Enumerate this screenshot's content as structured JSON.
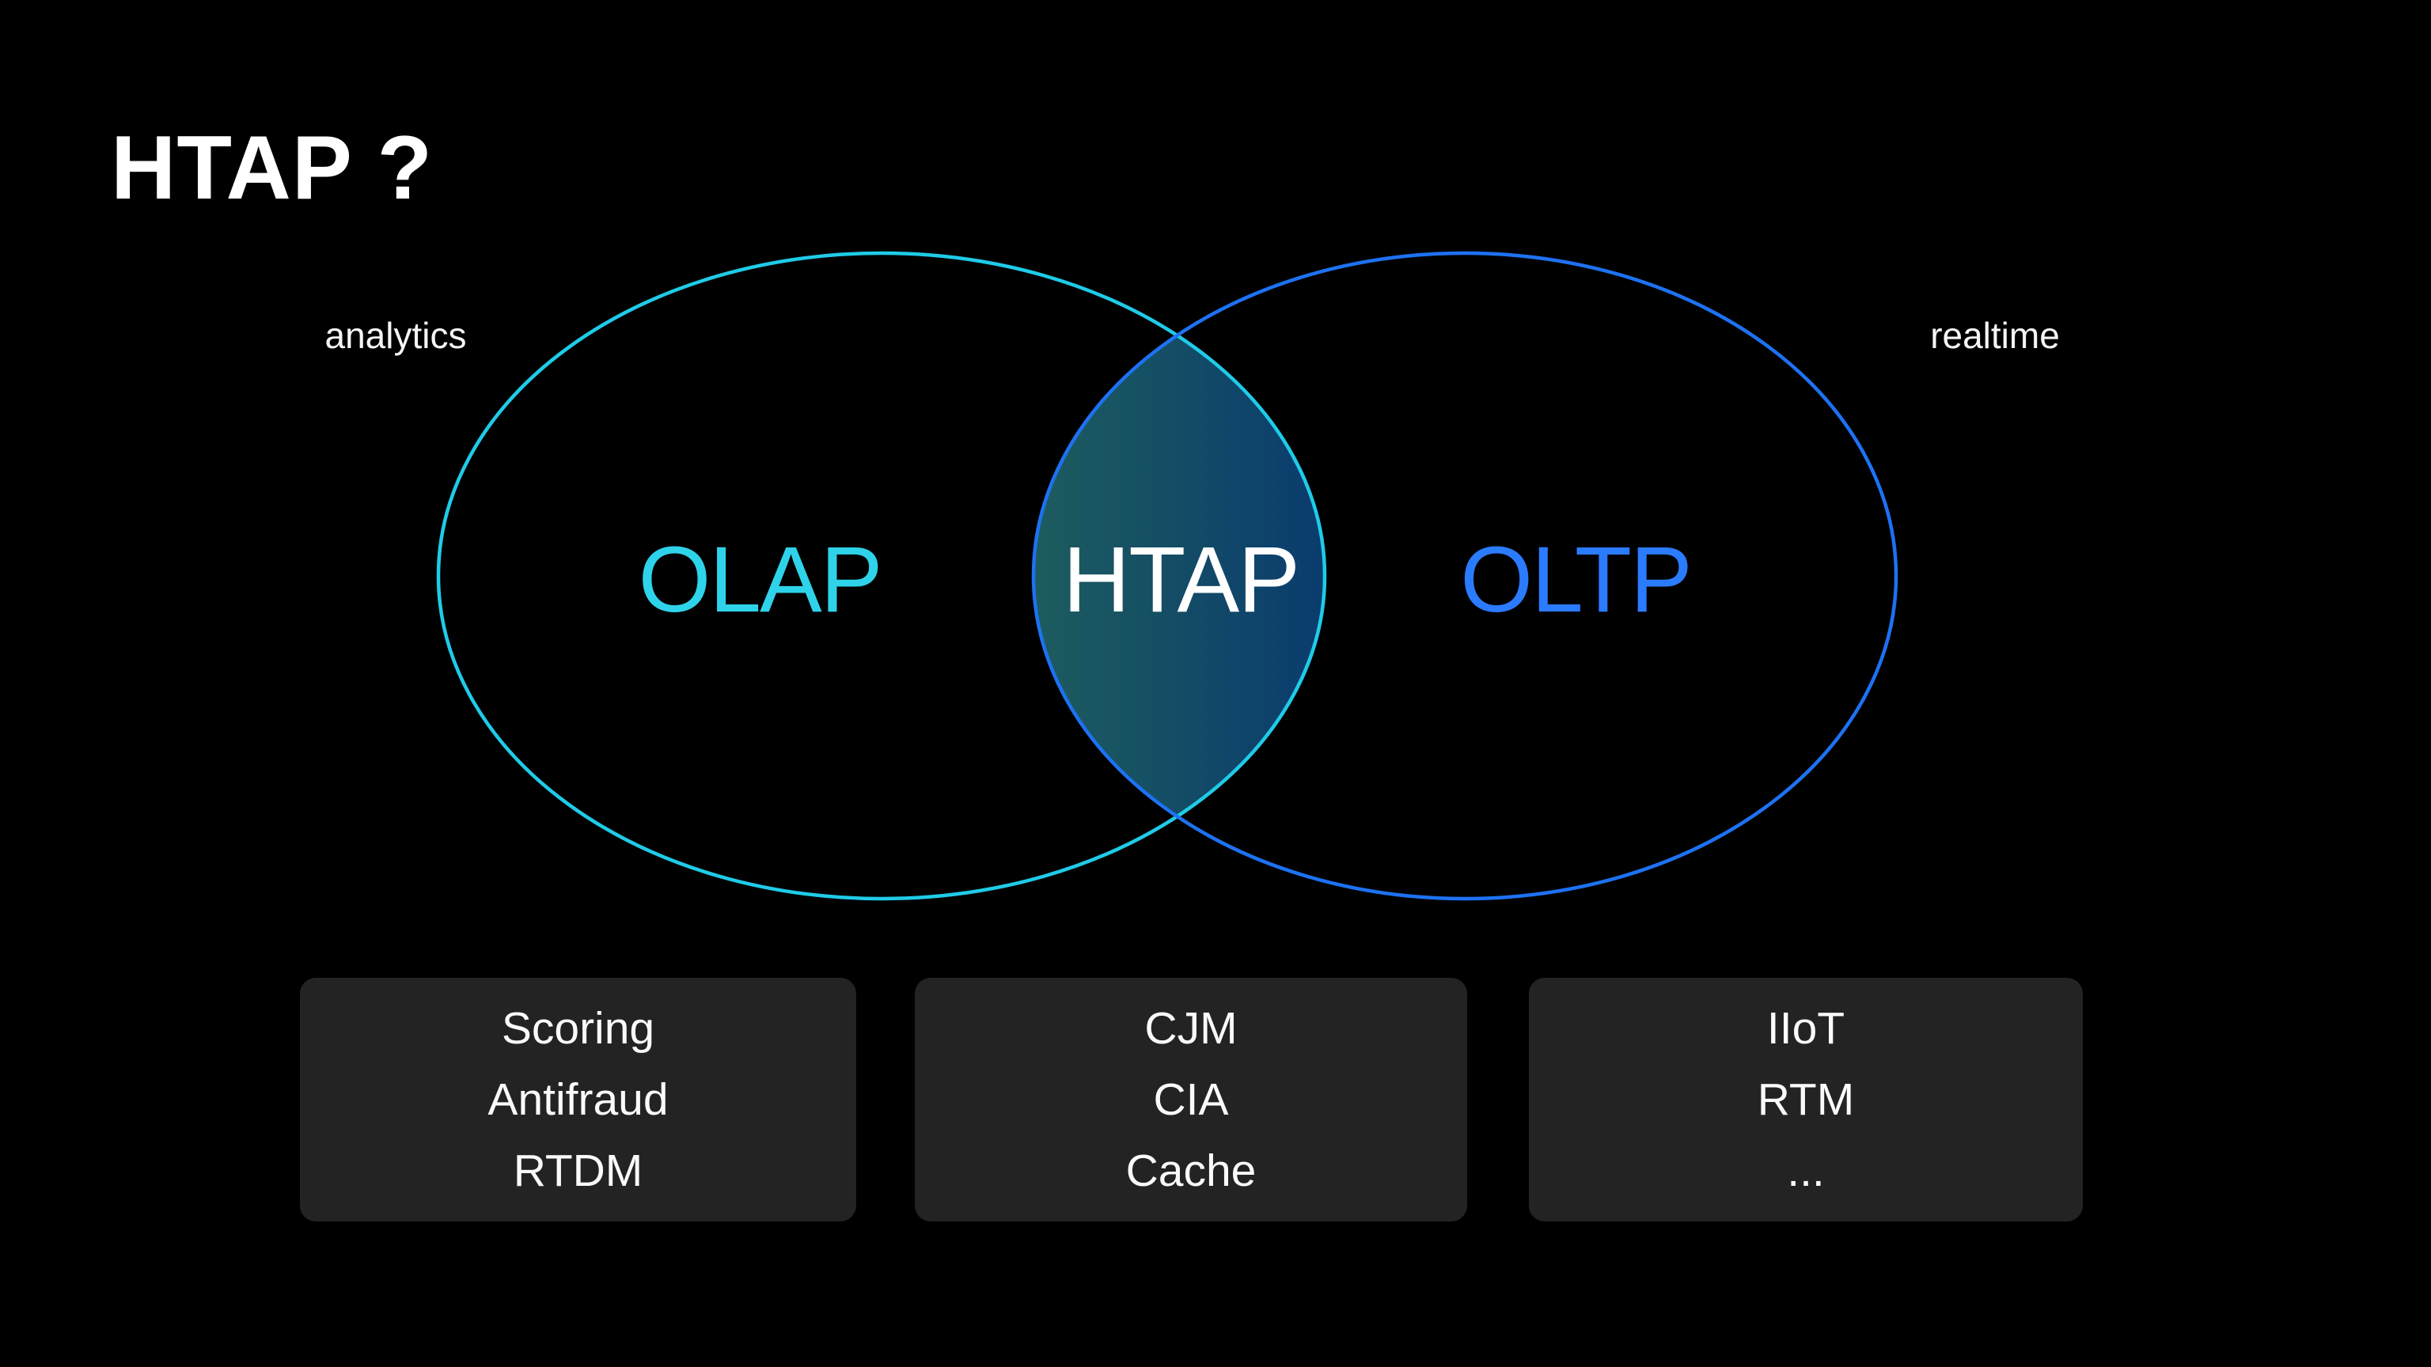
{
  "slide": {
    "title": "HTAP ?"
  },
  "venn": {
    "left_outside_label": "analytics",
    "right_outside_label": "realtime",
    "left_set_label": "OLAP",
    "intersection_label": "HTAP",
    "right_set_label": "OLTP"
  },
  "cards": [
    {
      "lines": [
        "Scoring",
        "Antifraud",
        "RTDM"
      ]
    },
    {
      "lines": [
        "CJM",
        "CIA",
        "Cache"
      ]
    },
    {
      "lines": [
        "IIoT",
        "RTM",
        "..."
      ]
    }
  ],
  "colors": {
    "background": "#000000",
    "olap_text": "#2ED3EA",
    "olap_circle_stroke": "#1FCBE8",
    "oltp_text": "#2B7BFF",
    "oltp_circle_stroke": "#1D72F3",
    "intersection_text": "#FFFFFF",
    "intersection_gradient_start": "#1D5C5E",
    "intersection_gradient_end": "#0A3C6E",
    "card_background": "#232323",
    "title_text": "#FFFFFF"
  }
}
